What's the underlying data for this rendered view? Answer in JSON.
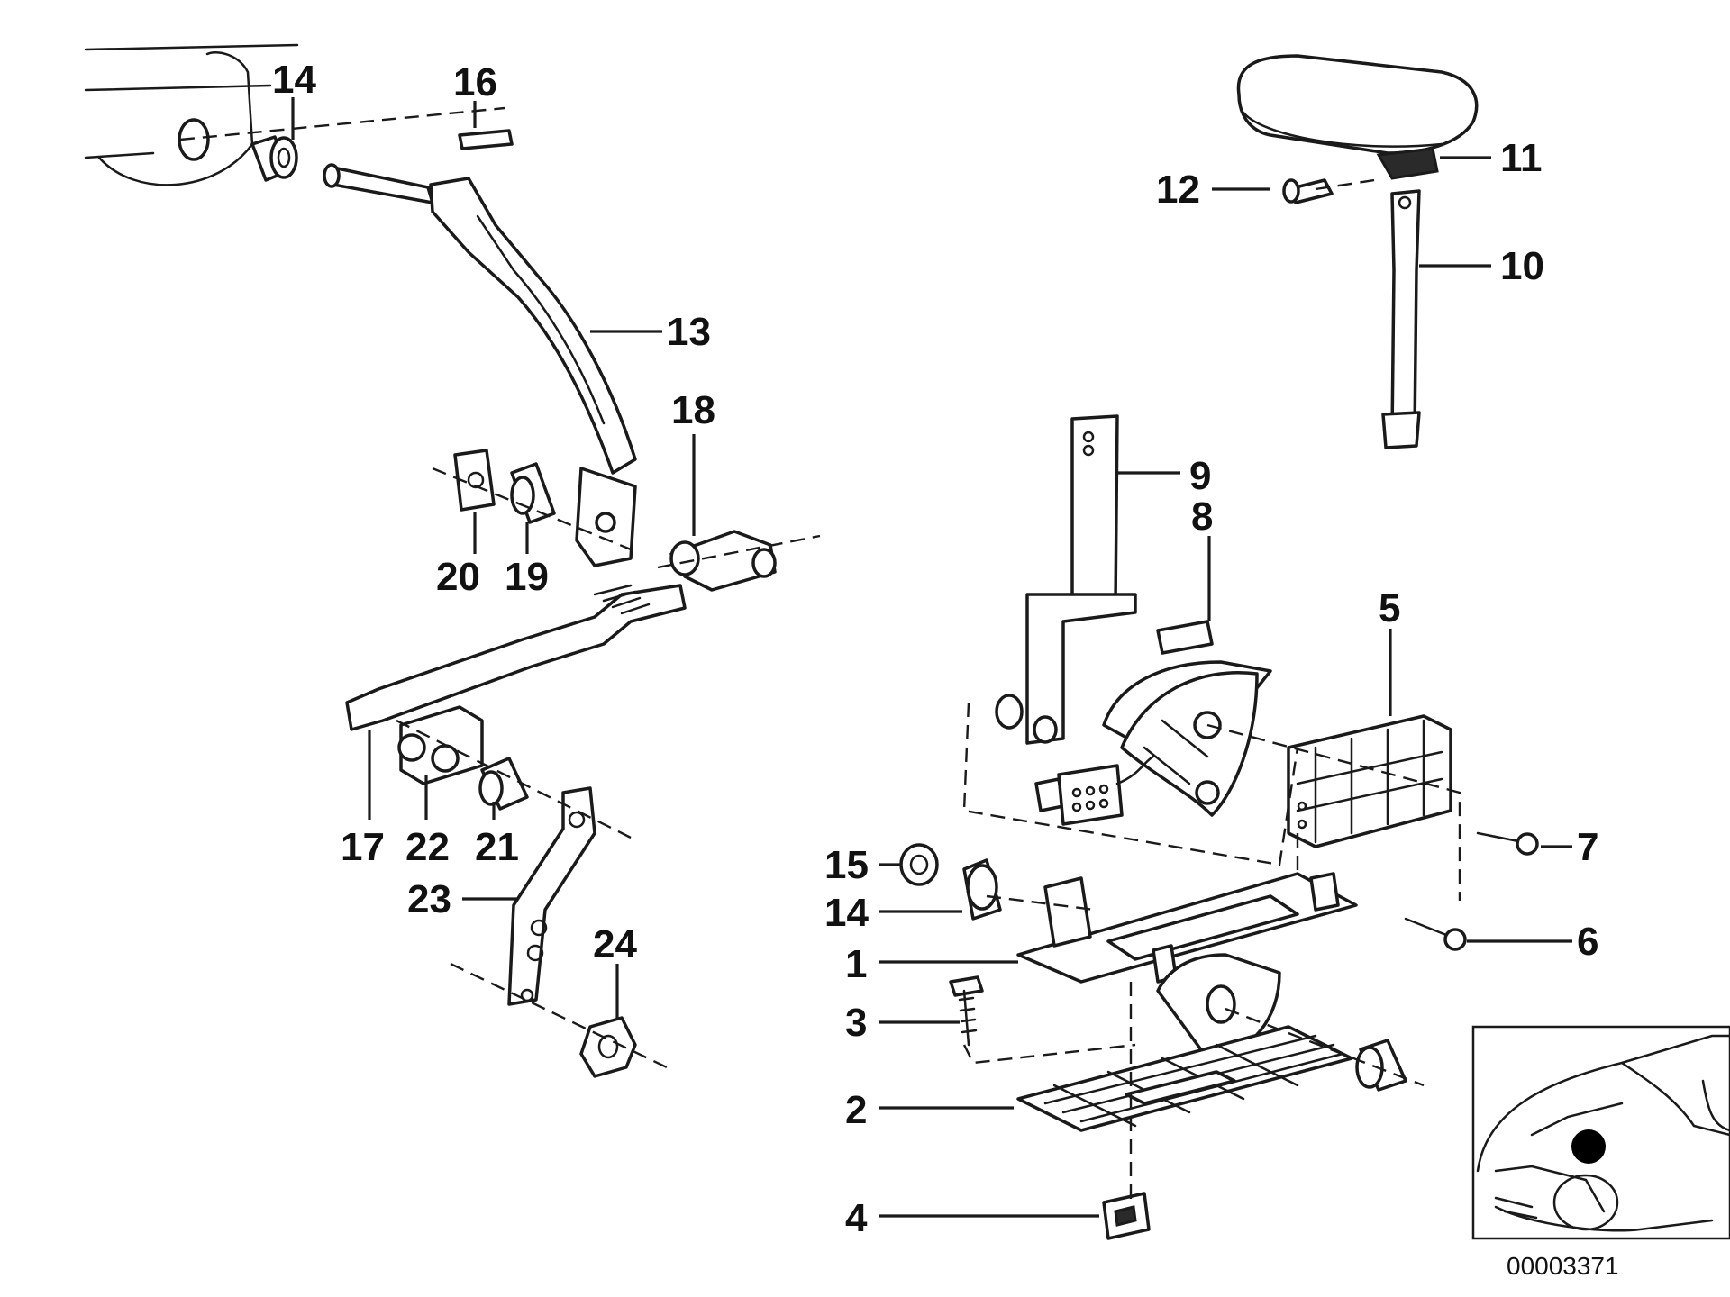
{
  "diagram": {
    "reference_number": "00003371",
    "callouts": {
      "c1": "1",
      "c2": "2",
      "c3": "3",
      "c4": "4",
      "c5": "5",
      "c6": "6",
      "c7": "7",
      "c8": "8",
      "c9": "9",
      "c10": "10",
      "c11": "11",
      "c12": "12",
      "c13": "13",
      "c14a": "14",
      "c14b": "14",
      "c15": "15",
      "c16": "16",
      "c17": "17",
      "c18": "18",
      "c19": "19",
      "c20": "20",
      "c21": "21",
      "c22": "22",
      "c23": "23",
      "c24": "24"
    }
  }
}
